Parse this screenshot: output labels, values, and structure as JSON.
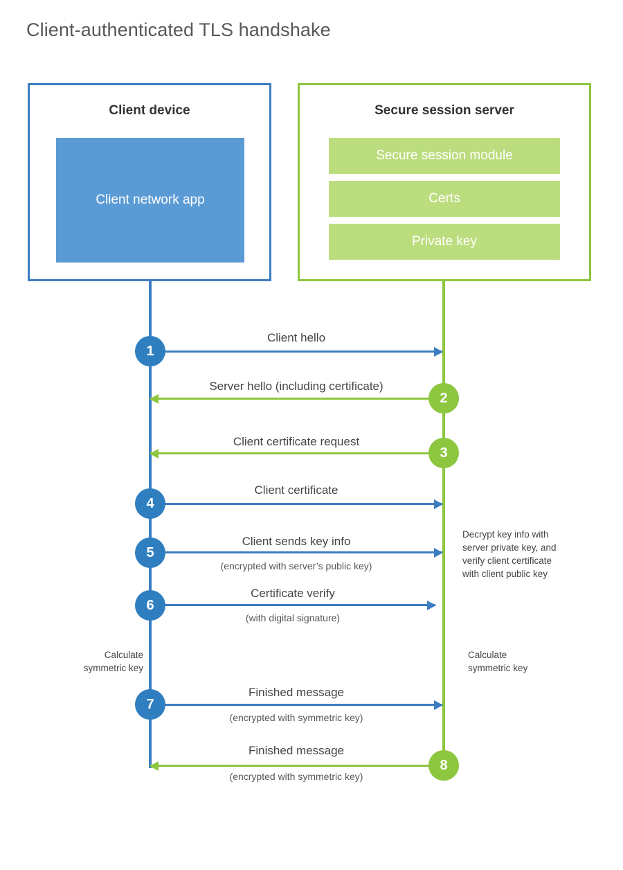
{
  "title": "Client-authenticated TLS handshake",
  "colors": {
    "client_border": "#3C7DC0",
    "client_app_fill": "#5B9BD5",
    "client_badge": "#2F7FC0",
    "server_border": "#8DC63F",
    "server_module_fill": "#BCDD7E",
    "server_badge": "#8DC63F",
    "title_text": "#585858",
    "body_text": "#444444"
  },
  "parties": {
    "client": {
      "title": "Client device",
      "app_label": "Client network app"
    },
    "server": {
      "title": "Secure session server",
      "modules": [
        {
          "label": "Secure session module"
        },
        {
          "label": "Certs"
        },
        {
          "label": "Private key"
        }
      ]
    }
  },
  "chart_data": {
    "type": "sequence-diagram",
    "title": "Client-authenticated TLS handshake",
    "actors": [
      "Client device",
      "Secure session server"
    ],
    "steps": [
      {
        "number": "1",
        "label": "Client hello",
        "sub": "",
        "direction": "client-to-server",
        "color": "#3C7DC0"
      },
      {
        "number": "2",
        "label": "Server hello (including certificate)",
        "sub": "",
        "direction": "server-to-client",
        "color": "#8DC63F"
      },
      {
        "number": "3",
        "label": "Client certificate request",
        "sub": "",
        "direction": "server-to-client",
        "color": "#8DC63F"
      },
      {
        "number": "4",
        "label": "Client certificate",
        "sub": "",
        "direction": "client-to-server",
        "color": "#3C7DC0"
      },
      {
        "number": "5",
        "label": "Client sends key info",
        "sub": "(encrypted with server’s public key)",
        "direction": "client-to-server",
        "color": "#3C7DC0"
      },
      {
        "number": "6",
        "label": "Certificate verify",
        "sub": "(with digital signature)",
        "direction": "client-to-server",
        "color": "#3C7DC0"
      },
      {
        "number": "7",
        "label": "Finished message",
        "sub": "(encrypted with symmetric key)",
        "direction": "client-to-server",
        "color": "#3C7DC0"
      },
      {
        "number": "8",
        "label": "Finished message",
        "sub": "(encrypted with symmetric key)",
        "direction": "server-to-client",
        "color": "#8DC63F"
      }
    ],
    "annotations": [
      {
        "id": "server-decrypt-note",
        "side": "server",
        "lines": [
          "Decrypt key info with",
          "server private key, and",
          "verify client certificate",
          "with client public key"
        ]
      },
      {
        "id": "client-calculate-note",
        "side": "client",
        "lines": [
          "Calculate",
          "symmetric key"
        ]
      },
      {
        "id": "server-calculate-note",
        "side": "server",
        "lines": [
          "Calculate",
          "symmetric key"
        ]
      }
    ]
  }
}
